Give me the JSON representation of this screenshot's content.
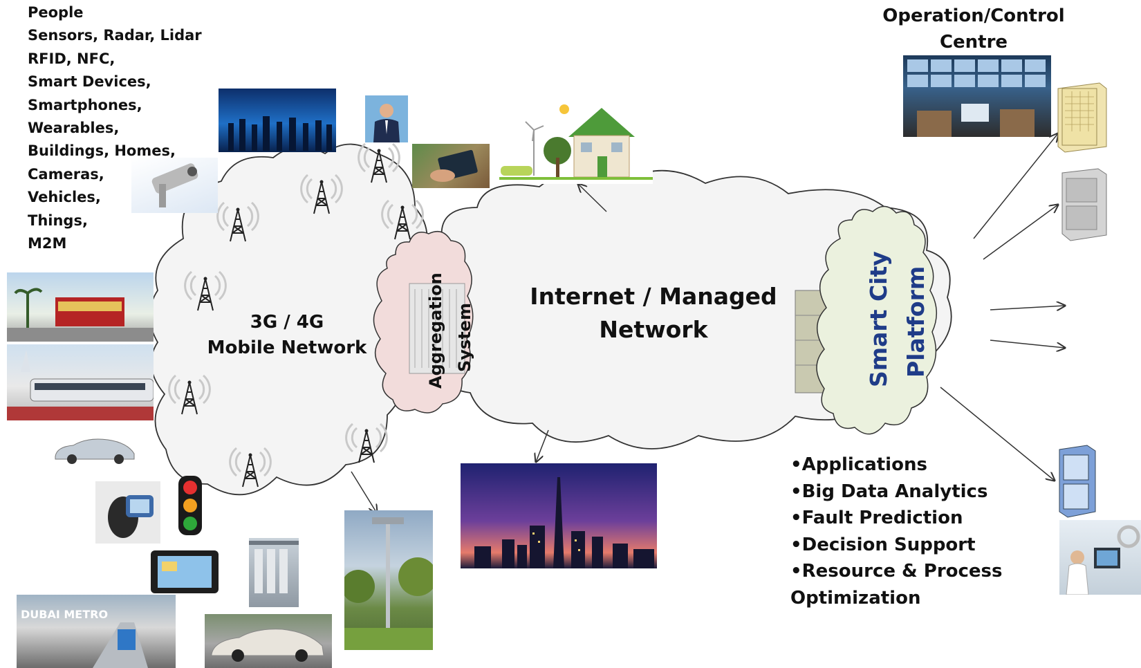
{
  "sources": {
    "items": [
      "People",
      "Sensors, Radar, Lidar",
      "RFID, NFC,",
      "Smart Devices,",
      "Smartphones,",
      "Wearables,",
      "Buildings, Homes,",
      "Cameras,",
      "Vehicles,",
      "Things,",
      "M2M"
    ]
  },
  "mobile_network": {
    "label_line1": "3G / 4G",
    "label_line2": "Mobile Network"
  },
  "aggregation": {
    "label_line1": "Aggregation",
    "label_line2": "System"
  },
  "internet": {
    "label_line1": "Internet / Managed",
    "label_line2": "Network"
  },
  "platform": {
    "label_line1": "Smart City",
    "label_line2": "Platform"
  },
  "control_centre": {
    "title_line1": "Operation/Control",
    "title_line2": "Centre"
  },
  "capabilities": {
    "items": [
      "•Applications",
      "•Big Data Analytics",
      "•Fault Prediction",
      "•Decision Support",
      "•Resource & Process",
      "Optimization"
    ]
  },
  "photo_text": {
    "metro_sign": "DUBAI METRO"
  },
  "colors": {
    "cloud_fill": "#f4f4f4",
    "cloud_stroke": "#333333",
    "aggregation_fill": "#f2dcdb",
    "platform_fill": "#ebf1de",
    "platform_text": "#1f3c88",
    "text": "#111111"
  },
  "icons": [
    "cell-tower-icon",
    "server-rack-icon",
    "arrow-icon"
  ]
}
